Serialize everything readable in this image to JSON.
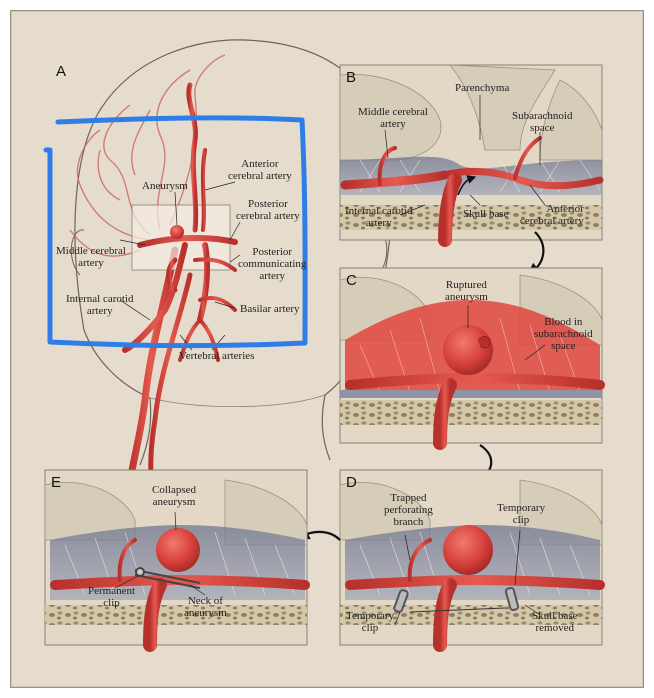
{
  "panels": {
    "a": {
      "letter": "A",
      "labels": {
        "aneurysm": "Aneurysm",
        "anterior_cerebral": "Anterior\ncerebral artery",
        "posterior_cerebral": "Posterior\ncerebral artery",
        "middle_cerebral": "Middle cerebral\nartery",
        "posterior_communicating": "Posterior\ncommunicating\nartery",
        "internal_carotid": "Internal carotid\nartery",
        "basilar": "Basilar artery",
        "vertebral": "Vertebral arteries"
      }
    },
    "b": {
      "letter": "B",
      "labels": {
        "parenchyma": "Parenchyma",
        "middle_cerebral": "Middle cerebral\nartery",
        "subarachnoid": "Subarachnoid\nspace",
        "internal_carotid": "Internal carotid\nartery",
        "skull_base": "Skull base",
        "anterior_cerebral": "Anterior\ncerebral artery"
      }
    },
    "c": {
      "letter": "C",
      "labels": {
        "ruptured": "Ruptured\naneurysm",
        "blood": "Blood in\nsubarachnoid\nspace"
      }
    },
    "d": {
      "letter": "D",
      "labels": {
        "trapped": "Trapped\nperforating\nbranch",
        "temporary_clip_top": "Temporary\nclip",
        "temporary_clip_bottom": "Temporary\nclip",
        "skull_base_removed": "Skull base\nremoved"
      }
    },
    "e": {
      "letter": "E",
      "labels": {
        "collapsed": "Collapsed\naneurysm",
        "permanent_clip": "Permanent\nclip",
        "neck": "Neck of\naneurysm"
      }
    }
  },
  "colors": {
    "background": "#e6dccd",
    "artery": "#d8413c",
    "artery_dark": "#a82a26",
    "highlight_box": "#2f7de6",
    "blood": "#e0473e",
    "brain": "#d6cdb9",
    "csf": "#8f93a6",
    "bone": "#cdbf9e"
  }
}
